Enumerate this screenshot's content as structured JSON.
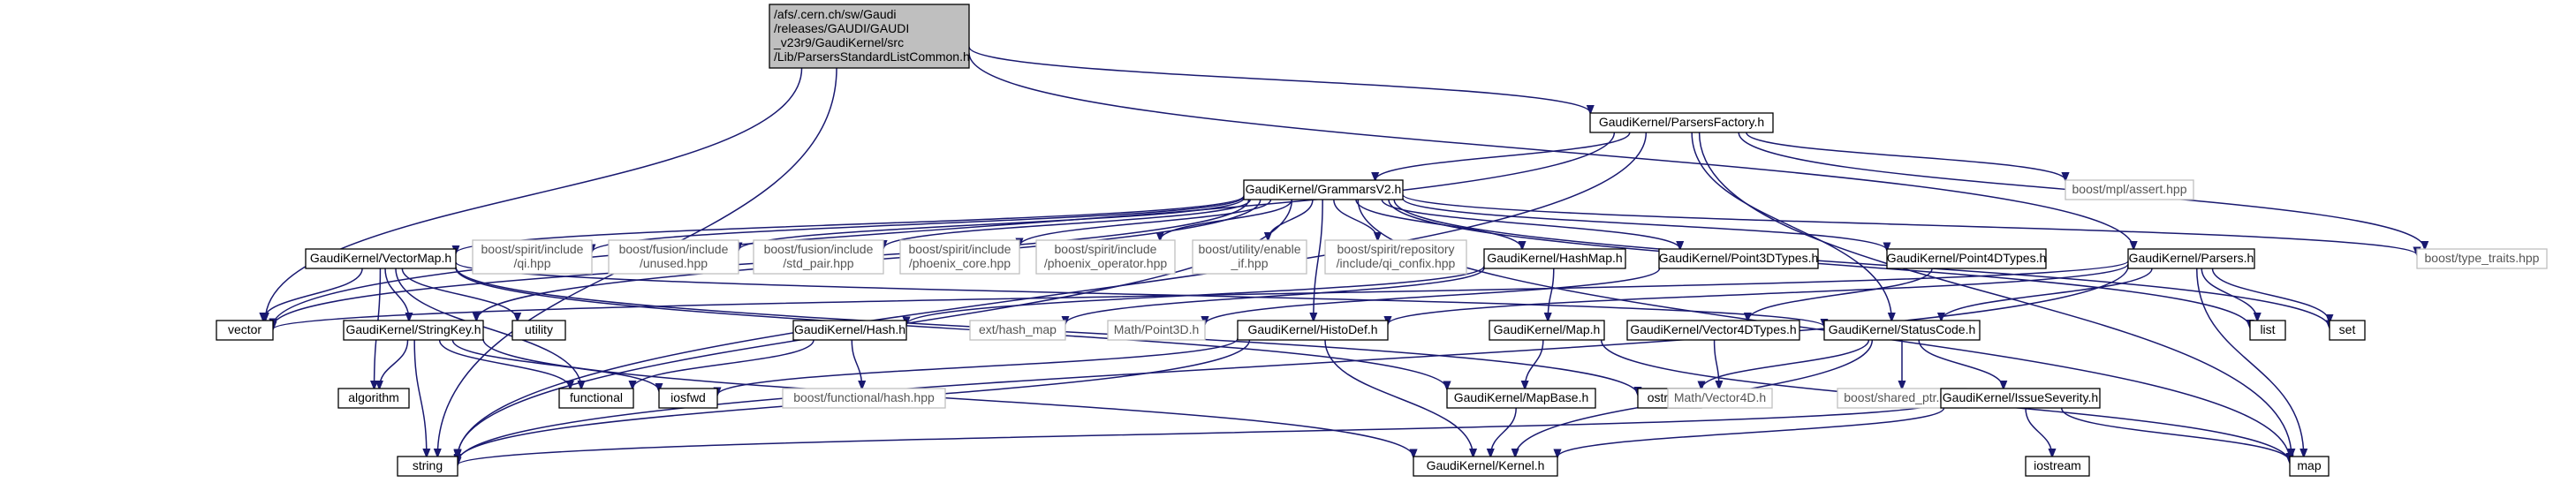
{
  "diagram": {
    "colors": {
      "edge": "#191970",
      "root_fill": "#bfbfbf",
      "node_border": "#000000",
      "external_border": "#bfbfbf",
      "external_text": "#555555"
    },
    "nodes": [
      {
        "id": "root",
        "lines": [
          "/afs/.cern.ch/sw/Gaudi",
          "/releases/GAUDI/GAUDI",
          "_v23r9/GaudiKernel/src",
          "/Lib/ParsersStandardListCommon.h"
        ],
        "kind": "root"
      },
      {
        "id": "pf",
        "lines": [
          "GaudiKernel/ParsersFactory.h"
        ],
        "kind": "normal"
      },
      {
        "id": "gv2",
        "lines": [
          "GaudiKernel/GrammarsV2.h"
        ],
        "kind": "normal"
      },
      {
        "id": "parsers",
        "lines": [
          "GaudiKernel/Parsers.h"
        ],
        "kind": "normal"
      },
      {
        "id": "mpl",
        "lines": [
          "boost/mpl/assert.hpp"
        ],
        "kind": "external"
      },
      {
        "id": "tt",
        "lines": [
          "boost/type_traits.hpp"
        ],
        "kind": "external"
      },
      {
        "id": "vm",
        "lines": [
          "GaudiKernel/VectorMap.h"
        ],
        "kind": "normal"
      },
      {
        "id": "qi",
        "lines": [
          "boost/spirit/include",
          "/qi.hpp"
        ],
        "kind": "external"
      },
      {
        "id": "unused",
        "lines": [
          "boost/fusion/include",
          "/unused.hpp"
        ],
        "kind": "external"
      },
      {
        "id": "stdpair",
        "lines": [
          "boost/fusion/include",
          "/std_pair.hpp"
        ],
        "kind": "external"
      },
      {
        "id": "phcore",
        "lines": [
          "boost/spirit/include",
          "/phoenix_core.hpp"
        ],
        "kind": "external"
      },
      {
        "id": "phop",
        "lines": [
          "boost/spirit/include",
          "/phoenix_operator.hpp"
        ],
        "kind": "external"
      },
      {
        "id": "enif",
        "lines": [
          "boost/utility/enable",
          "_if.hpp"
        ],
        "kind": "external"
      },
      {
        "id": "qiconf",
        "lines": [
          "boost/spirit/repository",
          "/include/qi_confix.hpp"
        ],
        "kind": "external"
      },
      {
        "id": "hashmap",
        "lines": [
          "GaudiKernel/HashMap.h"
        ],
        "kind": "normal"
      },
      {
        "id": "p3d",
        "lines": [
          "GaudiKernel/Point3DTypes.h"
        ],
        "kind": "normal"
      },
      {
        "id": "p4d",
        "lines": [
          "GaudiKernel/Point4DTypes.h"
        ],
        "kind": "normal"
      },
      {
        "id": "vector",
        "lines": [
          "vector"
        ],
        "kind": "normal"
      },
      {
        "id": "sk",
        "lines": [
          "GaudiKernel/StringKey.h"
        ],
        "kind": "normal"
      },
      {
        "id": "utility",
        "lines": [
          "utility"
        ],
        "kind": "normal"
      },
      {
        "id": "hash",
        "lines": [
          "GaudiKernel/Hash.h"
        ],
        "kind": "normal"
      },
      {
        "id": "exthm",
        "lines": [
          "ext/hash_map"
        ],
        "kind": "external"
      },
      {
        "id": "mp3d",
        "lines": [
          "Math/Point3D.h"
        ],
        "kind": "external"
      },
      {
        "id": "hd",
        "lines": [
          "GaudiKernel/HistoDef.h"
        ],
        "kind": "normal"
      },
      {
        "id": "gkmap",
        "lines": [
          "GaudiKernel/Map.h"
        ],
        "kind": "normal"
      },
      {
        "id": "v4d",
        "lines": [
          "GaudiKernel/Vector4DTypes.h"
        ],
        "kind": "normal"
      },
      {
        "id": "sc",
        "lines": [
          "GaudiKernel/StatusCode.h"
        ],
        "kind": "normal"
      },
      {
        "id": "list",
        "lines": [
          "list"
        ],
        "kind": "normal"
      },
      {
        "id": "set",
        "lines": [
          "set"
        ],
        "kind": "normal"
      },
      {
        "id": "algorithm",
        "lines": [
          "algorithm"
        ],
        "kind": "normal"
      },
      {
        "id": "functional",
        "lines": [
          "functional"
        ],
        "kind": "normal"
      },
      {
        "id": "iosfwd",
        "lines": [
          "iosfwd"
        ],
        "kind": "normal"
      },
      {
        "id": "bfh",
        "lines": [
          "boost/functional/hash.hpp"
        ],
        "kind": "external"
      },
      {
        "id": "mb",
        "lines": [
          "GaudiKernel/MapBase.h"
        ],
        "kind": "normal"
      },
      {
        "id": "ostream",
        "lines": [
          "ostream"
        ],
        "kind": "normal"
      },
      {
        "id": "mv4d",
        "lines": [
          "Math/Vector4D.h"
        ],
        "kind": "external"
      },
      {
        "id": "bsp",
        "lines": [
          "boost/shared_ptr.hpp"
        ],
        "kind": "external"
      },
      {
        "id": "is",
        "lines": [
          "GaudiKernel/IssueSeverity.h"
        ],
        "kind": "normal"
      },
      {
        "id": "string",
        "lines": [
          "string"
        ],
        "kind": "normal"
      },
      {
        "id": "kernel",
        "lines": [
          "GaudiKernel/Kernel.h"
        ],
        "kind": "normal"
      },
      {
        "id": "iostream",
        "lines": [
          "iostream"
        ],
        "kind": "normal"
      },
      {
        "id": "map",
        "lines": [
          "map"
        ],
        "kind": "normal"
      }
    ],
    "edges": [
      [
        "root",
        "pf"
      ],
      [
        "root",
        "parsers"
      ],
      [
        "root",
        "vector"
      ],
      [
        "root",
        "string"
      ],
      [
        "pf",
        "gv2"
      ],
      [
        "pf",
        "sc"
      ],
      [
        "pf",
        "mpl"
      ],
      [
        "pf",
        "tt"
      ],
      [
        "pf",
        "map"
      ],
      [
        "pf",
        "vector"
      ],
      [
        "pf",
        "string"
      ],
      [
        "gv2",
        "vm"
      ],
      [
        "gv2",
        "qi"
      ],
      [
        "gv2",
        "unused"
      ],
      [
        "gv2",
        "stdpair"
      ],
      [
        "gv2",
        "phcore"
      ],
      [
        "gv2",
        "phop"
      ],
      [
        "gv2",
        "enif"
      ],
      [
        "gv2",
        "qiconf"
      ],
      [
        "gv2",
        "hashmap"
      ],
      [
        "gv2",
        "p3d"
      ],
      [
        "gv2",
        "p4d"
      ],
      [
        "gv2",
        "tt"
      ],
      [
        "gv2",
        "sk"
      ],
      [
        "gv2",
        "hd"
      ],
      [
        "gv2",
        "vector"
      ],
      [
        "gv2",
        "list"
      ],
      [
        "gv2",
        "set"
      ],
      [
        "gv2",
        "map"
      ],
      [
        "gv2",
        "string"
      ],
      [
        "vm",
        "vector"
      ],
      [
        "vm",
        "sk"
      ],
      [
        "vm",
        "utility"
      ],
      [
        "vm",
        "algorithm"
      ],
      [
        "vm",
        "functional"
      ],
      [
        "vm",
        "sc"
      ],
      [
        "vm",
        "ostream"
      ],
      [
        "vm",
        "mb"
      ],
      [
        "sk",
        "algorithm"
      ],
      [
        "sk",
        "functional"
      ],
      [
        "sk",
        "iosfwd"
      ],
      [
        "sk",
        "string"
      ],
      [
        "sk",
        "kernel"
      ],
      [
        "hash",
        "functional"
      ],
      [
        "hash",
        "bfh"
      ],
      [
        "hashmap",
        "hash"
      ],
      [
        "hashmap",
        "gkmap"
      ],
      [
        "hashmap",
        "exthm"
      ],
      [
        "p3d",
        "mp3d"
      ],
      [
        "p4d",
        "v4d"
      ],
      [
        "v4d",
        "mv4d"
      ],
      [
        "gkmap",
        "mb"
      ],
      [
        "gkmap",
        "map"
      ],
      [
        "mb",
        "kernel"
      ],
      [
        "hd",
        "iosfwd"
      ],
      [
        "hd",
        "string"
      ],
      [
        "hd",
        "kernel"
      ],
      [
        "sc",
        "ostream"
      ],
      [
        "sc",
        "is"
      ],
      [
        "sc",
        "kernel"
      ],
      [
        "sc",
        "bsp"
      ],
      [
        "is",
        "string"
      ],
      [
        "is",
        "map"
      ],
      [
        "is",
        "iostream"
      ],
      [
        "is",
        "kernel"
      ],
      [
        "parsers",
        "sc"
      ],
      [
        "parsers",
        "hd"
      ],
      [
        "parsers",
        "list"
      ],
      [
        "parsers",
        "set"
      ],
      [
        "parsers",
        "map"
      ],
      [
        "parsers",
        "vector"
      ],
      [
        "parsers",
        "string"
      ]
    ]
  }
}
